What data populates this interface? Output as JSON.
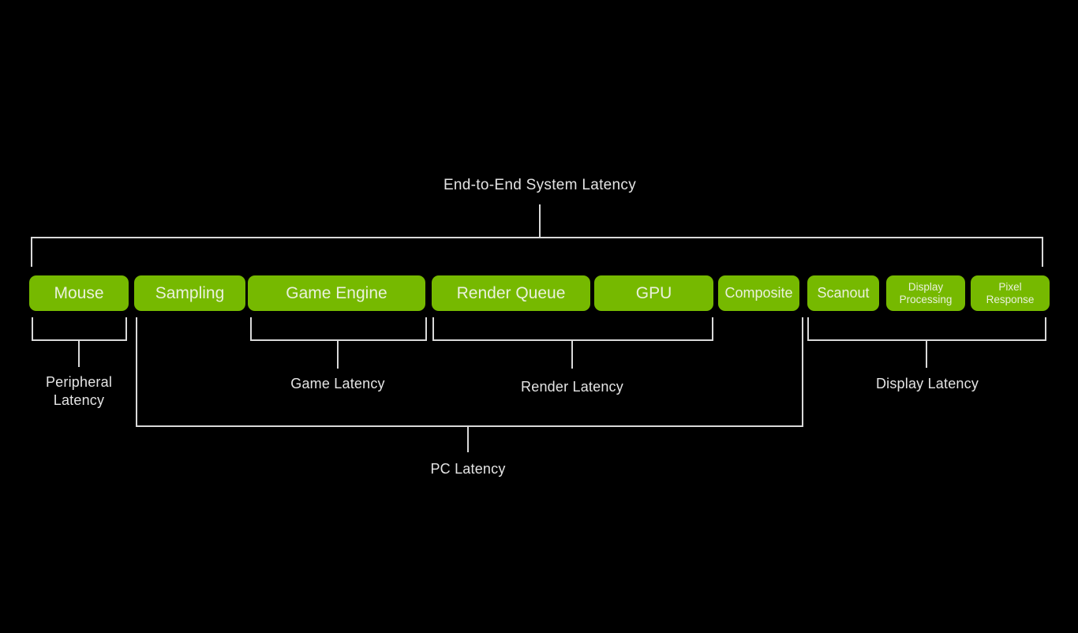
{
  "diagram": {
    "title": "End-to-End System Latency",
    "stages": [
      {
        "label": "Mouse"
      },
      {
        "label": "Sampling"
      },
      {
        "label": "Game Engine"
      },
      {
        "label": "Render Queue"
      },
      {
        "label": "GPU"
      },
      {
        "label": "Composite"
      },
      {
        "label": "Scanout"
      },
      {
        "label": "Display Processing"
      },
      {
        "label": "Pixel Response"
      }
    ],
    "groups": [
      {
        "label": "Peripheral Latency",
        "spans": [
          "Mouse"
        ]
      },
      {
        "label": "Game Latency",
        "spans": [
          "Game Engine"
        ]
      },
      {
        "label": "Render Latency",
        "spans": [
          "Render Queue",
          "GPU"
        ]
      },
      {
        "label": "Display Latency",
        "spans": [
          "Scanout",
          "Display Processing",
          "Pixel Response"
        ]
      },
      {
        "label": "PC Latency",
        "spans": [
          "Sampling",
          "Game Engine",
          "Render Queue",
          "GPU",
          "Composite"
        ]
      }
    ],
    "colors": {
      "background": "#000000",
      "stage_fill": "#76b900",
      "stage_text": "#eaf1dc",
      "line": "#d9d9d9",
      "label_text": "#e4e4e4"
    }
  }
}
